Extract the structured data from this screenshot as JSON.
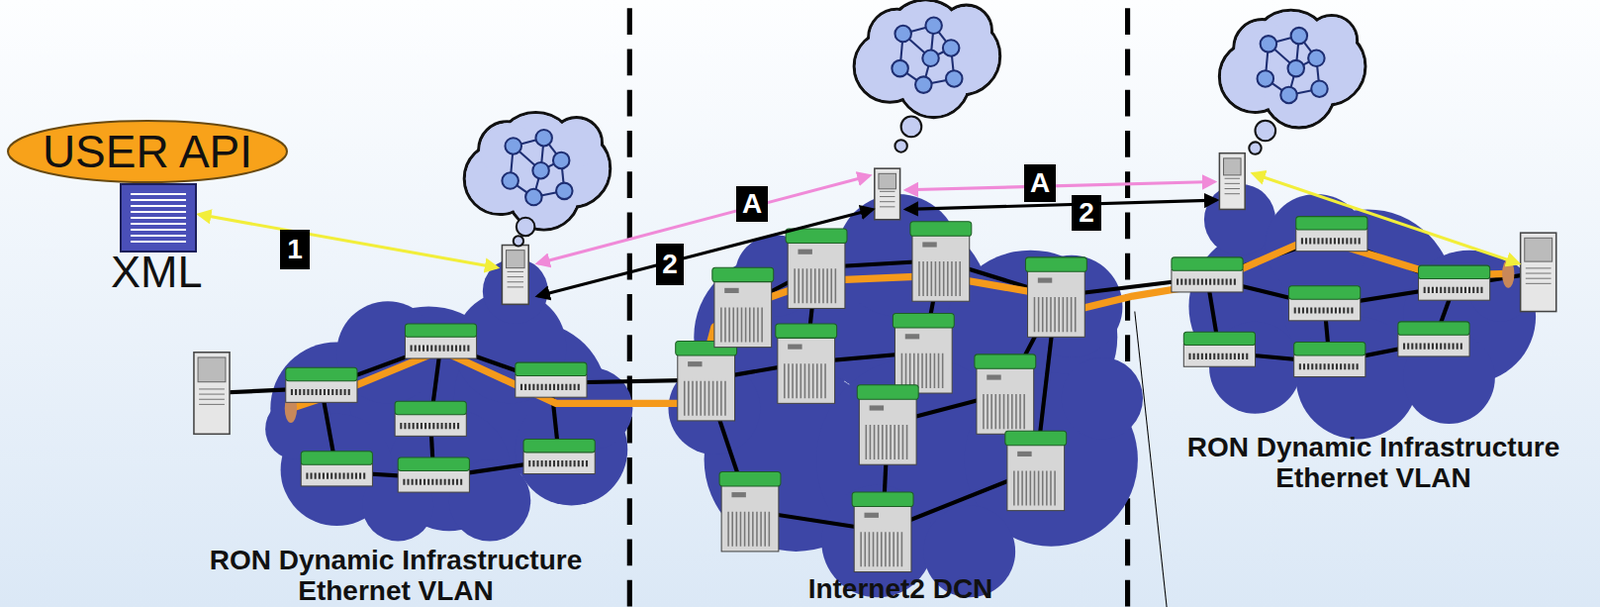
{
  "diagram": {
    "nodes": [
      {
        "text": [
          "USER API"
        ]
      },
      {
        "text": [
          "XML"
        ]
      },
      {
        "text": [
          "RON Dynamic Infrastructure Ethernet VLAN"
        ]
      },
      {
        "text": [
          "Internet2 DCN"
        ]
      },
      {
        "text": [
          "RON Dynamic Infrastructure Ethernet VLAN"
        ]
      }
    ],
    "labels": [
      "1",
      "A",
      "2",
      "A",
      "2"
    ]
  }
}
